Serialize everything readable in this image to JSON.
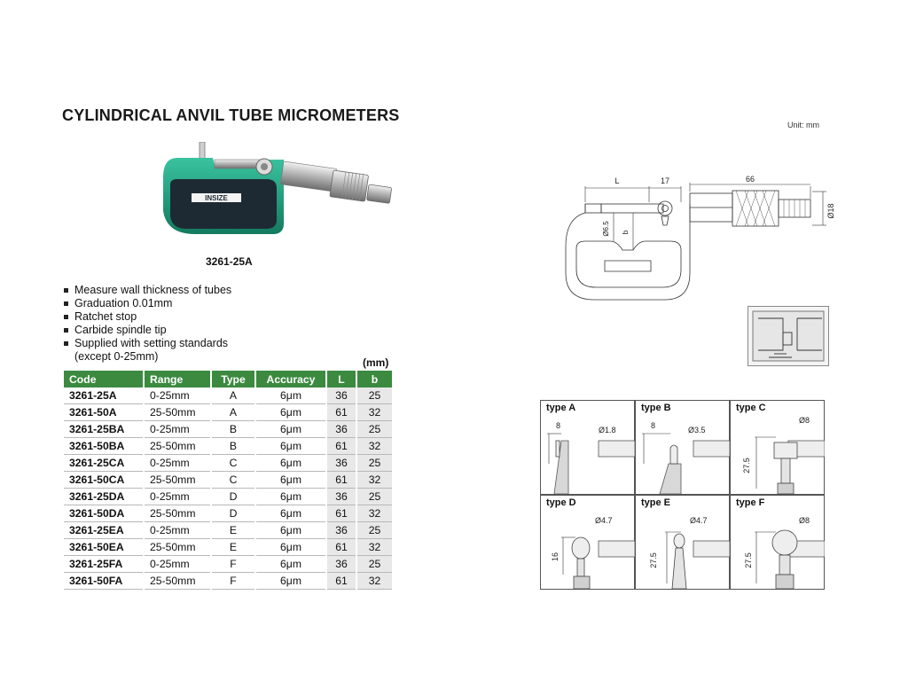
{
  "title": "CYLINDRICAL ANVIL TUBE MICROMETERS",
  "unit": "Unit: mm",
  "product_caption": "3261-25A",
  "photo_brand": "INSIZE",
  "features": [
    "Measure wall thickness of tubes",
    "Graduation 0.01mm",
    "Ratchet stop",
    "Carbide spindle tip",
    "Supplied with setting standards"
  ],
  "features_continuation": "(except 0-25mm)",
  "table_unit": "(mm)",
  "table": {
    "headers": [
      "Code",
      "Range",
      "Type",
      "Accuracy",
      "L",
      "b"
    ],
    "rows": [
      [
        "3261-25A",
        "0-25mm",
        "A",
        "6μm",
        "36",
        "25"
      ],
      [
        "3261-50A",
        "25-50mm",
        "A",
        "6μm",
        "61",
        "32"
      ],
      [
        "3261-25BA",
        "0-25mm",
        "B",
        "6μm",
        "36",
        "25"
      ],
      [
        "3261-50BA",
        "25-50mm",
        "B",
        "6μm",
        "61",
        "32"
      ],
      [
        "3261-25CA",
        "0-25mm",
        "C",
        "6μm",
        "36",
        "25"
      ],
      [
        "3261-50CA",
        "25-50mm",
        "C",
        "6μm",
        "61",
        "32"
      ],
      [
        "3261-25DA",
        "0-25mm",
        "D",
        "6μm",
        "36",
        "25"
      ],
      [
        "3261-50DA",
        "25-50mm",
        "D",
        "6μm",
        "61",
        "32"
      ],
      [
        "3261-25EA",
        "0-25mm",
        "E",
        "6μm",
        "36",
        "25"
      ],
      [
        "3261-50EA",
        "25-50mm",
        "E",
        "6μm",
        "61",
        "32"
      ],
      [
        "3261-25FA",
        "0-25mm",
        "F",
        "6μm",
        "36",
        "25"
      ],
      [
        "3261-50FA",
        "25-50mm",
        "F",
        "6μm",
        "61",
        "32"
      ]
    ]
  },
  "drawing": {
    "dim_L": "L",
    "dim_17": "17",
    "dim_66": "66",
    "dim_d18": "Ø18",
    "dim_d65": "Ø6.5",
    "dim_b": "b"
  },
  "types": [
    {
      "label": "type A",
      "d1": "8",
      "d2": "Ø1.8"
    },
    {
      "label": "type B",
      "d1": "8",
      "d2": "Ø3.5"
    },
    {
      "label": "type C",
      "d1": "27.5",
      "d2": "Ø8"
    },
    {
      "label": "type D",
      "d1": "16",
      "d2": "Ø4.7"
    },
    {
      "label": "type E",
      "d1": "27.5",
      "d2": "Ø4.7"
    },
    {
      "label": "type F",
      "d1": "27.5",
      "d2": "Ø8"
    }
  ],
  "colors": {
    "header_green": "#3b8a3f",
    "frame_teal": "#1d9a7c",
    "frame_dark": "#1e2a33"
  }
}
